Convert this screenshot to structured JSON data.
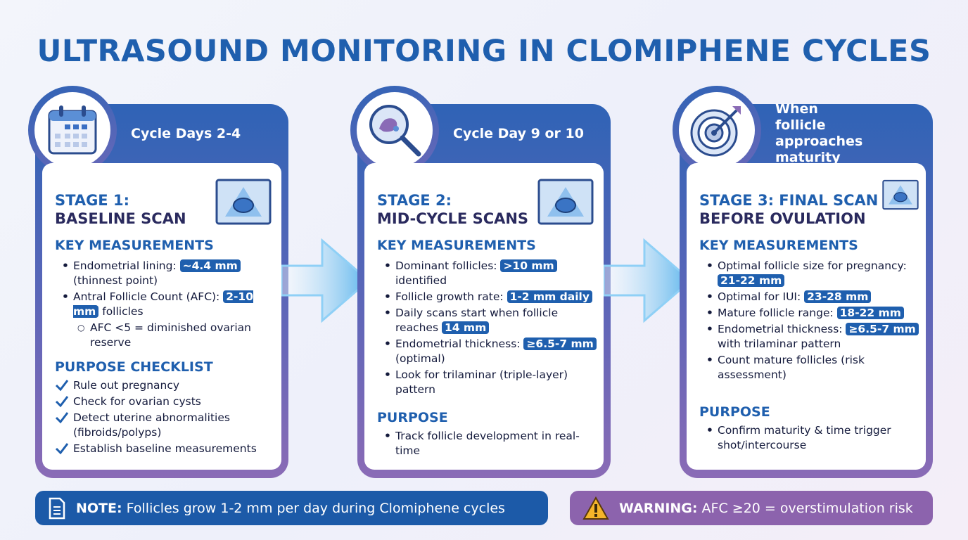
{
  "title": "ULTRASOUND MONITORING IN CLOMIPHENE CYCLES",
  "stages": [
    {
      "timing": "Cycle Days 2-4",
      "title_a": "STAGE 1:",
      "title_b": "BASELINE SCAN",
      "key_heading": "KEY MEASUREMENTS",
      "key_items": [
        {
          "text": "Endometrial lining: ",
          "chip": "~4.4 mm",
          "rest": " (thinnest point)"
        },
        {
          "text": "Antral Follicle Count (AFC): ",
          "chip": "2-10 mm",
          "rest": " follicles"
        },
        {
          "text": "AFC <5 = diminished ovarian reserve",
          "chip": "",
          "rest": "",
          "sub": true
        }
      ],
      "purpose_heading": "PURPOSE CHECKLIST",
      "purpose_items": [
        "Rule out pregnancy",
        "Check for ovarian cysts",
        "Detect uterine abnormalities (fibroids/polyps)",
        "Establish baseline measurements"
      ],
      "icon": "calendar-icon"
    },
    {
      "timing": "Cycle Day 9 or 10",
      "title_a": "STAGE 2:",
      "title_b": "MID-CYCLE SCANS",
      "key_heading": "KEY MEASUREMENTS",
      "key_items": [
        {
          "text": "Dominant follicles: ",
          "chip": ">10 mm",
          "rest": " identified"
        },
        {
          "text": "Follicle growth rate: ",
          "chip": "1-2 mm daily",
          "rest": ""
        },
        {
          "text": "Daily scans start when follicle reaches ",
          "chip": "14 mm",
          "rest": ""
        },
        {
          "text": "Endometrial thickness: ",
          "chip": "≥6.5-7 mm",
          "rest": " (optimal)"
        },
        {
          "text": "Look for trilaminar (triple-layer) pattern",
          "chip": "",
          "rest": ""
        }
      ],
      "purpose_heading": "PURPOSE",
      "purpose_items": [
        "Track follicle development in real-time"
      ],
      "icon": "magnifier-icon"
    },
    {
      "timing": "When follicle approaches maturity",
      "title_a": "STAGE 3: FINAL SCAN",
      "title_b": "BEFORE OVULATION",
      "key_heading": "KEY MEASUREMENTS",
      "key_items": [
        {
          "text": "Optimal follicle size for pregnancy: ",
          "chip": "21-22 mm",
          "rest": ""
        },
        {
          "text": "Optimal for IUI: ",
          "chip": "23-28 mm",
          "rest": ""
        },
        {
          "text": "Mature follicle range: ",
          "chip": "18-22 mm",
          "rest": ""
        },
        {
          "text": "Endometrial thickness: ",
          "chip": "≥6.5-7 mm",
          "rest": " with trilaminar pattern"
        },
        {
          "text": "Count mature follicles (risk assessment)",
          "chip": "",
          "rest": ""
        }
      ],
      "purpose_heading": "PURPOSE",
      "purpose_items": [
        "Confirm maturity & time trigger shot/intercourse"
      ],
      "icon": "target-icon"
    }
  ],
  "note": {
    "label": "NOTE:",
    "text": " Follicles grow 1-2 mm per day during Clomiphene cycles"
  },
  "warning": {
    "label": "WARNING:",
    "text": " AFC ≥20 = overstimulation risk"
  },
  "colors": {
    "primary": "#1f5fae",
    "accent": "#8c63ad",
    "arrow": "#5ab4ec"
  }
}
